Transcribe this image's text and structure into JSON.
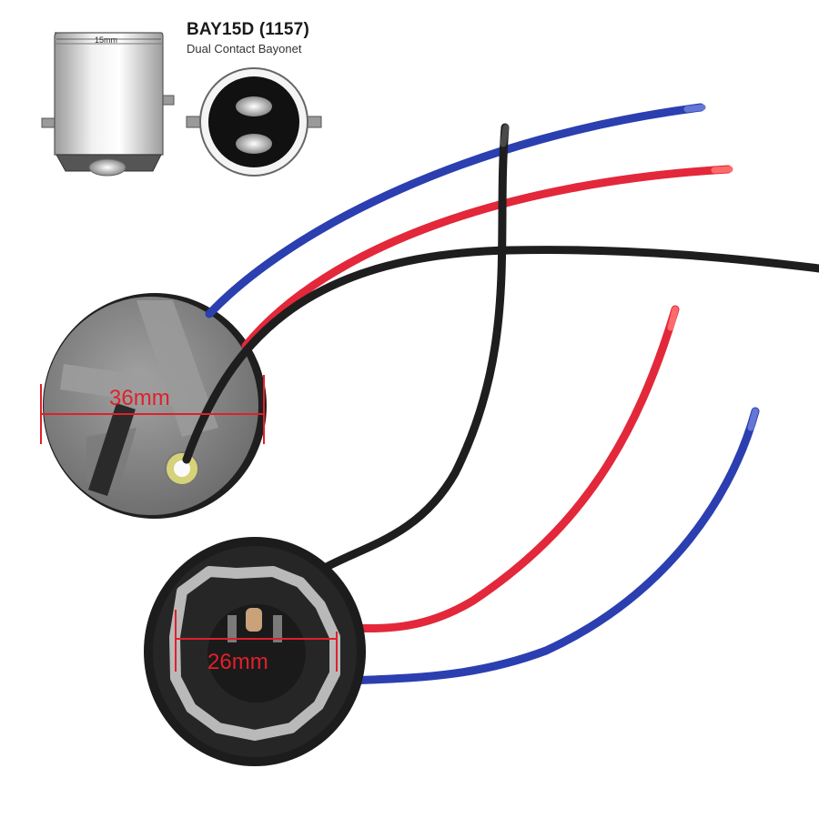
{
  "header": {
    "title": "BAY15D (1157)",
    "subtitle": "Dual Contact Bayonet"
  },
  "bulb_diagram": {
    "width_label": "15mm"
  },
  "dimensions": {
    "outer_socket": "36mm",
    "inner_socket": "26mm"
  },
  "colors": {
    "wire_blue": "#2b3fb0",
    "wire_red": "#e2283a",
    "wire_black": "#1e1e1e",
    "socket_gray": "#8d8d8d",
    "socket_black": "#1c1c1c",
    "dimension_red": "#e0202a"
  }
}
